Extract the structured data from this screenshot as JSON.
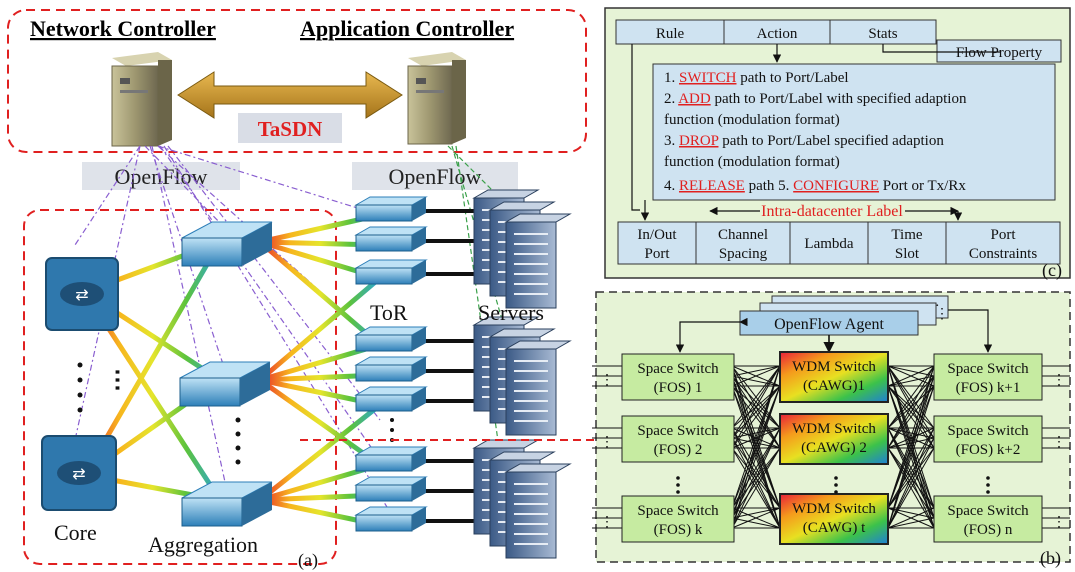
{
  "left_panel": {
    "network_controller": "Network Controller",
    "application_controller": "Application Controller",
    "tasdn": "TaSDN",
    "openflow_left": "OpenFlow",
    "openflow_right": "OpenFlow",
    "core": "Core",
    "aggregation": "Aggregation",
    "tor": "ToR",
    "servers": "Servers",
    "panel_tag": "(a)"
  },
  "panel_c": {
    "headers": [
      "Rule",
      "Action",
      "Stats"
    ],
    "flow_property": "Flow Property",
    "actions": [
      {
        "num": "1.",
        "kw": "SWITCH",
        "rest": " path to Port/Label"
      },
      {
        "num": "2.",
        "kw": "ADD",
        "rest": " path to Port/Label with specified adaption"
      },
      {
        "num": "",
        "kw": "",
        "rest": "function (modulation format)"
      },
      {
        "num": "3.",
        "kw": "DROP",
        "rest": " path to Port/Label specified adaption"
      },
      {
        "num": "",
        "kw": "",
        "rest": "function (modulation format)"
      }
    ],
    "line6": {
      "num1": "4.",
      "kw1": "RELEASE",
      "rest1": " path",
      "num2": "5.",
      "kw2": "CONFIGURE",
      "rest2": " Port or Tx/Rx"
    },
    "intra_label": "Intra-datacenter Label",
    "fields": [
      [
        "In/Out",
        "Port"
      ],
      [
        "Channel",
        "Spacing"
      ],
      [
        "Lambda"
      ],
      [
        "Time",
        "Slot"
      ],
      [
        "Port",
        "Constraints"
      ]
    ],
    "panel_tag": "(c)"
  },
  "panel_b": {
    "agent": "OpenFlow Agent",
    "left_switches": [
      [
        "Space Switch",
        "(FOS) 1"
      ],
      [
        "Space Switch",
        "(FOS) 2"
      ],
      [
        "Space Switch",
        "(FOS) k"
      ]
    ],
    "wdm_switches": [
      [
        "WDM Switch",
        "(CAWG)1"
      ],
      [
        "WDM Switch",
        "(CAWG) 2"
      ],
      [
        "WDM Switch",
        "(CAWG) t"
      ]
    ],
    "right_switches": [
      [
        "Space Switch",
        "(FOS) k+1"
      ],
      [
        "Space Switch",
        "(FOS) k+2"
      ],
      [
        "Space Switch",
        "(FOS) n"
      ]
    ],
    "panel_tag": "(b)"
  }
}
